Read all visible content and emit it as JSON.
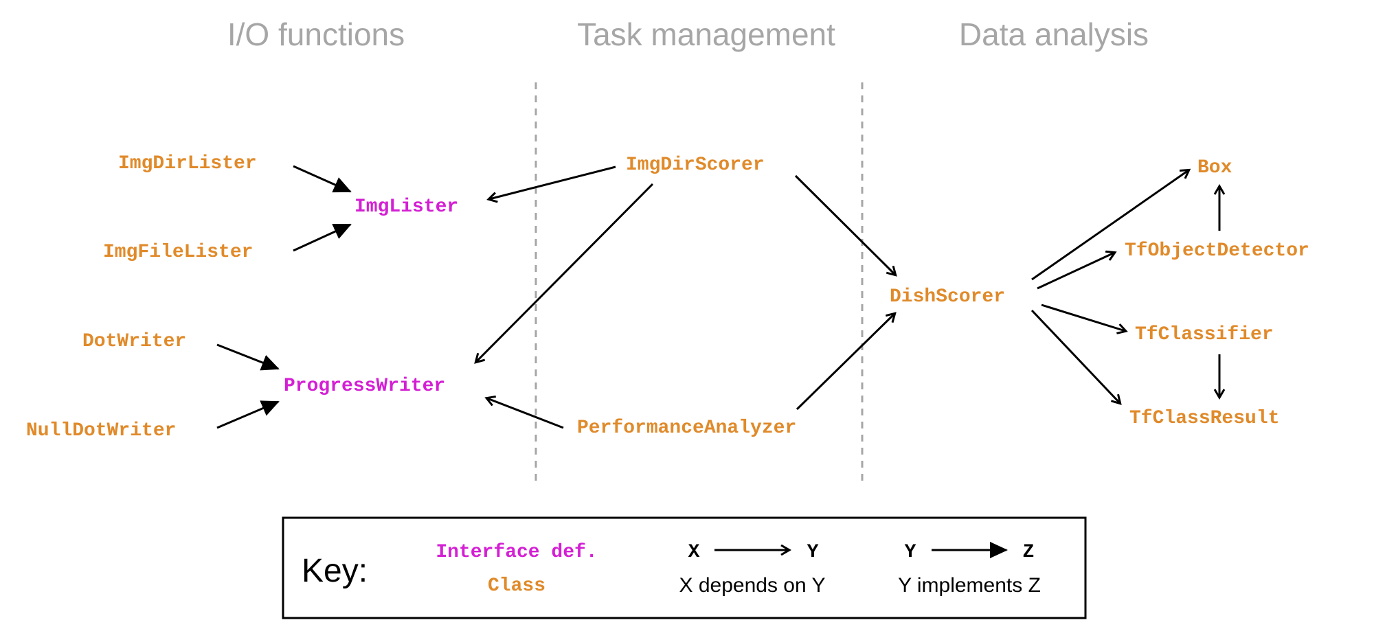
{
  "sections": {
    "io": "I/O functions",
    "task": "Task management",
    "data": "Data analysis"
  },
  "nodes": {
    "img_dir_lister": "ImgDirLister",
    "img_file_lister": "ImgFileLister",
    "img_lister": "ImgLister",
    "dot_writer": "DotWriter",
    "null_dot_writer": "NullDotWriter",
    "progress_writer": "ProgressWriter",
    "img_dir_scorer": "ImgDirScorer",
    "performance_analyzer": "PerformanceAnalyzer",
    "dish_scorer": "DishScorer",
    "box": "Box",
    "tf_object_detector": "TfObjectDetector",
    "tf_classifier": "TfClassifier",
    "tf_class_result": "TfClassResult"
  },
  "key": {
    "title": "Key:",
    "interface_label": "Interface def.",
    "class_label": "Class",
    "dep_x": "X",
    "dep_y": "Y",
    "dep_desc": "X depends on Y",
    "impl_y": "Y",
    "impl_z": "Z",
    "impl_desc": "Y implements Z"
  },
  "colors": {
    "class": "#e08a2a",
    "interface": "#d41fd4",
    "section_heading": "#a6a6a6"
  }
}
